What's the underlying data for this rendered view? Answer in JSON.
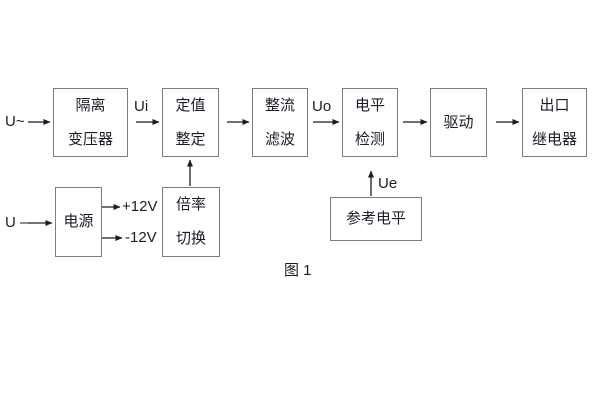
{
  "diagram": {
    "caption": "图 1",
    "inputs": {
      "ac_label": "U~",
      "dc_label": "U –"
    },
    "signals": {
      "ui": "Ui",
      "uo": "Uo",
      "ue": "Ue",
      "plus_12v": "+12V",
      "minus_12v": "-12V"
    },
    "blocks": {
      "isolation": {
        "line1": "隔离",
        "line2": "变压器"
      },
      "setting": {
        "line1": "定值",
        "line2": "整定"
      },
      "rectifier": {
        "line1": "整流",
        "line2": "滤波"
      },
      "level_detect": {
        "line1": "电平",
        "line2": "检测"
      },
      "drive": {
        "line1": "驱动"
      },
      "output_relay": {
        "line1": "出口",
        "line2": "继电器"
      },
      "power": {
        "line1": "电源"
      },
      "multiplier": {
        "line1": "倍率",
        "line2": "切换"
      },
      "reference": {
        "line1": "参考电平"
      }
    },
    "colors": {
      "background": "#ffffff",
      "box_border": "#7d7d7d",
      "text": "#1c1c26",
      "arrow": "#1c1c26"
    }
  }
}
